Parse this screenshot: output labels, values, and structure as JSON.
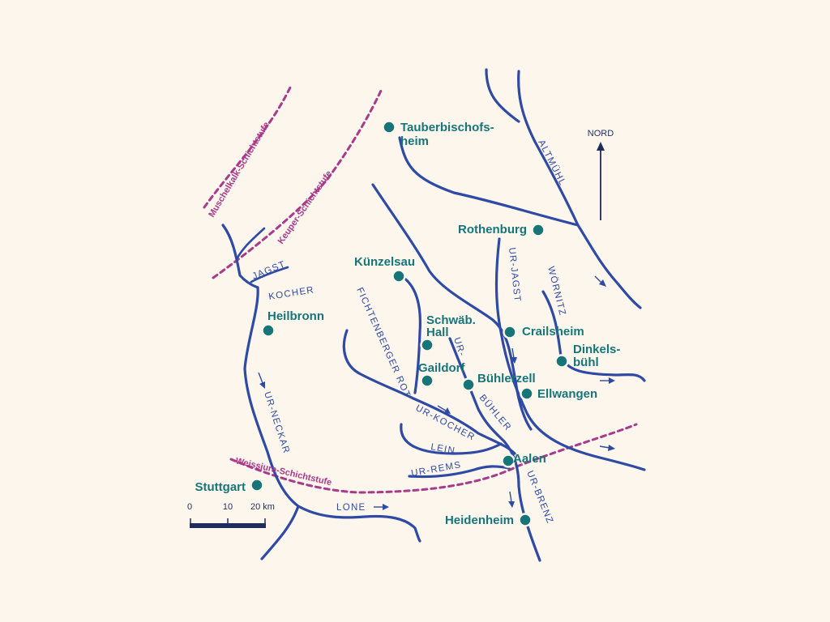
{
  "cities": {
    "tauberbischofsheim": [
      "Tauberbischofs-",
      "heim"
    ],
    "rothenburg": "Rothenburg",
    "kuenzelsau": "Künzelsau",
    "heilbronn": "Heilbronn",
    "schwaebisch_hall": [
      "Schwäb.",
      "Hall"
    ],
    "crailsheim": "Crailsheim",
    "dinkelsbuehl": [
      "Dinkels-",
      "bühl"
    ],
    "gaildorf": "Gaildorf",
    "buehlerzell": "Bühlerzell",
    "ellwangen": "Ellwangen",
    "aalen": "Aalen",
    "stuttgart": "Stuttgart",
    "heidenheim": "Heidenheim"
  },
  "rivers": {
    "altmuehl": "ALTMÜHL",
    "jagst": "JAGST",
    "kocher": "KOCHER",
    "ur_jagst": "UR-JAGST",
    "woernitz": "WÖRNITZ",
    "fichtenberger_rot": "FICHTENBERGER ROT",
    "ur_buehler_top": "UR-",
    "ur_buehler_bottom": "BÜHLER",
    "ur_kocher": "UR-KOCHER",
    "ur_neckar": "UR-NECKAR",
    "lein": "LEIN",
    "ur_rems": "UR-REMS",
    "ur_brenz": "UR-BRENZ",
    "lone": "LONE"
  },
  "scarps": {
    "muschelkalk": "Muschelkalk-Schichtstufe",
    "keuper": "Keuper-Schichtstufe",
    "weissjura": "Weissjura-Schichtstufe"
  },
  "north_arrow": {
    "label": "NORD"
  },
  "scale_bar": {
    "ticks": [
      "0",
      "10",
      "20 km"
    ]
  },
  "colors": {
    "background": "#fdf6ec",
    "river": "#2f4aa5",
    "scarp": "#a83a8c",
    "city": "#17757a",
    "scale": "#1f2d5c"
  }
}
